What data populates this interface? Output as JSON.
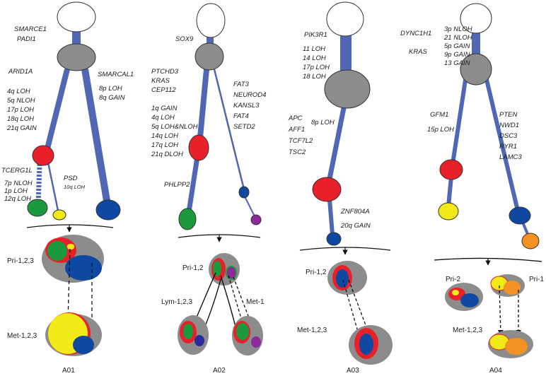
{
  "panels": {
    "a01": {
      "caption": "A01",
      "trunk_labels": [
        "SMARCE1",
        "PADI1"
      ],
      "left_branch_labels": [
        "ARID1A",
        "4q LOH",
        "5q NLOH",
        "17p LOH",
        "18q LOH",
        "21q GAIN"
      ],
      "right_branch_labels": [
        "SMARCAL1",
        "8p LOH",
        "8q GAIN"
      ],
      "subclone_left_labels": [
        "TCERG1L",
        "7p NLOH",
        "1p LOH",
        "12q LOH"
      ],
      "subclone_right_label": "PSD",
      "subclone_right_sublabel": "10q LOH",
      "pri_label": "Pri-1,2,3",
      "met_label": "Met-1,2,3"
    },
    "a02": {
      "caption": "A02",
      "trunk_labels": [
        "SOX9"
      ],
      "left_branch_labels": [
        "PTCHD3",
        "KRAS",
        "CEP112",
        "1q GAIN",
        "4q LOH",
        "5q LOH&NLOH",
        "14q LOH",
        "17q LOH",
        "21q DLOH"
      ],
      "right_branch_labels": [
        "FAT3",
        "NEUROD4",
        "KANSL3",
        "FAT4",
        "SETD2"
      ],
      "subclone_label": "PHLPP2",
      "pri_label": "Pri-1,2",
      "lym_label": "Lym-1,2,3",
      "met_label": "Met-1"
    },
    "a03": {
      "caption": "A03",
      "trunk_labels": [
        "PIK3R1",
        "11 LOH",
        "14 LOH",
        "17p LOH",
        "18 LOH"
      ],
      "left_branch_labels": [
        "APC",
        "AFF1",
        "TCF7L2",
        "TSC2"
      ],
      "branch_label": "8p LOH",
      "subclone_labels": [
        "ZNF804A",
        "20q GAIN"
      ],
      "pri_label": "Pri-1,2",
      "met_label": "Met-1,2,3"
    },
    "a04": {
      "caption": "A04",
      "trunk_labels": [
        "3p NLOH",
        "21 NLOH",
        "5p GAIN",
        "9p GAIN",
        "13 GAIN"
      ],
      "trunk_left_labels": [
        "DYNC1H1",
        "KRAS"
      ],
      "left_branch_labels": [
        "GFM1",
        "15p LOH"
      ],
      "right_branch_labels": [
        "PTEN",
        "NWD1",
        "DSC3",
        "RYR1",
        "LAMC3"
      ],
      "pri2_label": "Pri-2",
      "pri1_label": "Pri-1",
      "met_label": "Met-1,2,3"
    }
  },
  "colors": {
    "branch": "#4f67b5",
    "root": "#ffffff",
    "node": "#8c8c8c",
    "red": "#e8202a",
    "green": "#1a9a3c",
    "yellow": "#f2ea16",
    "blue": "#0f48a0",
    "purple": "#8e2a9c",
    "orange": "#f39220",
    "dark_blue": "#2b2b9a"
  }
}
